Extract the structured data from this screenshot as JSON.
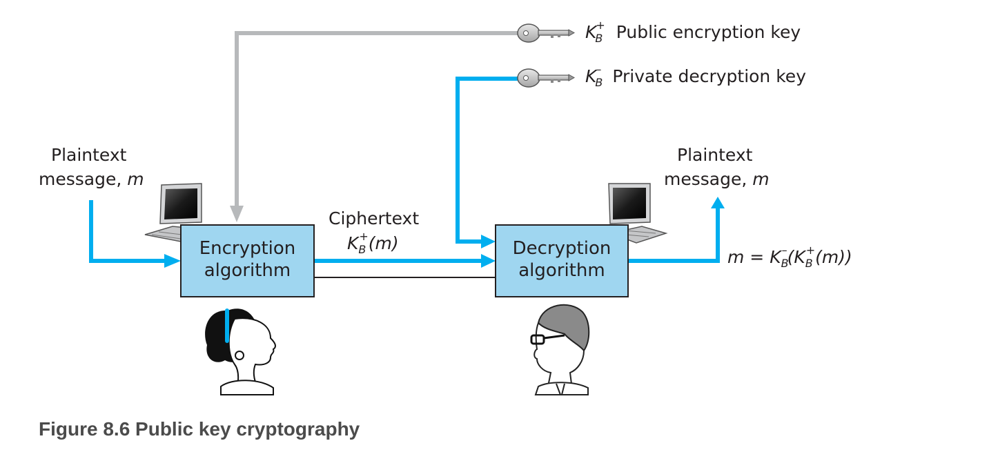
{
  "keys": {
    "public": {
      "symbol": "K",
      "sub": "B",
      "sup": "+",
      "label": "Public encryption key",
      "color": "#b7b9bb"
    },
    "private": {
      "symbol": "K",
      "sub": "B",
      "sup": "–",
      "label": "Private decryption key",
      "color": "#00aeef"
    }
  },
  "sender": {
    "plaintext_line1": "Plaintext",
    "plaintext_line2": "message,",
    "plaintext_var": "m",
    "box_line1": "Encryption",
    "box_line2": "algorithm"
  },
  "channel": {
    "label": "Ciphertext",
    "formula_k": "K",
    "formula_sub": "B",
    "formula_sup": "+",
    "formula_arg": "(m)"
  },
  "receiver": {
    "plaintext_line1": "Plaintext",
    "plaintext_line2": "message,",
    "plaintext_var": "m",
    "box_line1": "Decryption",
    "box_line2": "algorithm",
    "result_formula": "m = K",
    "result_sub1": "B",
    "result_sup1": "–",
    "result_mid": "(K",
    "result_sub2": "B",
    "result_sup2": "+",
    "result_end": "(m))"
  },
  "colors": {
    "arrow_blue": "#00aeef",
    "arrow_gray": "#b7b9bb",
    "box_fill": "#9fd6f0",
    "box_stroke": "#231f20"
  },
  "caption": "Figure 8.6 Public key cryptography"
}
